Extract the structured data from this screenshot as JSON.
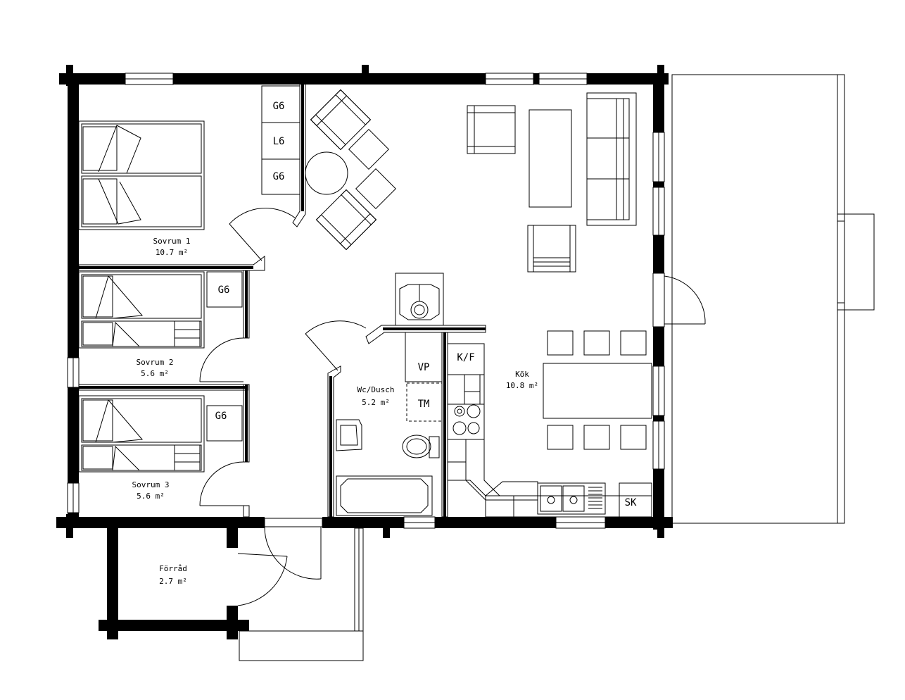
{
  "rooms": {
    "sovrum1": {
      "name": "Sovrum 1",
      "area": "10.7 m²"
    },
    "sovrum2": {
      "name": "Sovrum 2",
      "area": "5.6 m²"
    },
    "sovrum3": {
      "name": "Sovrum 3",
      "area": "5.6 m²"
    },
    "wc": {
      "name": "Wc/Dusch",
      "area": "5.2 m²"
    },
    "kok": {
      "name": "Kök",
      "area": "10.8 m²"
    },
    "forrad": {
      "name": "Förråd",
      "area": "2.7 m²"
    }
  },
  "fixtures": {
    "wardrobe_1a": "G6",
    "linen_1": "L6",
    "wardrobe_1b": "G6",
    "wardrobe_2": "G6",
    "wardrobe_3": "G6",
    "heat_pump": "VP",
    "dryer": "TM",
    "fridge_freezer": "K/F",
    "cleaning_cabinet": "SK"
  }
}
